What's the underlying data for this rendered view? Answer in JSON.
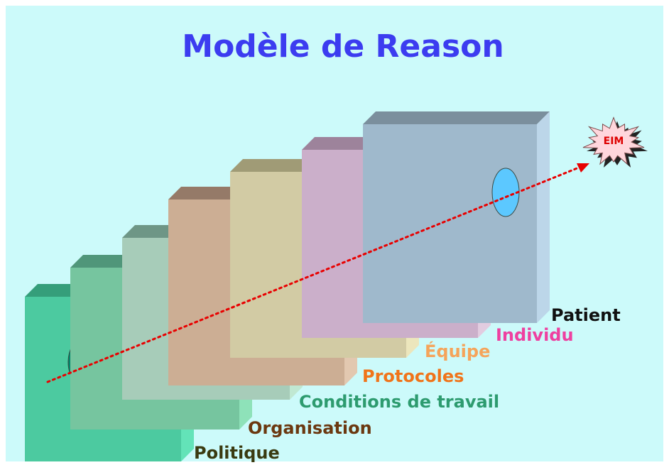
{
  "title": "Modèle de Reason",
  "outcome": {
    "label": "EIM"
  },
  "colors": {
    "background": "#ccfafa",
    "title": "#3c3cf0",
    "trajectory": "#e80000",
    "starburst": "#ffd6dc"
  },
  "layers": [
    {
      "key": "politique",
      "label": "Politique",
      "label_color": "#3a3a10",
      "face": "#4ccaa0",
      "top": "#359e7a",
      "side": "#63e3b8",
      "hole": "#00876a",
      "holes": 2,
      "trajectory_hole": 1
    },
    {
      "key": "organisation",
      "label": "Organisation",
      "label_color": "#6b3810",
      "face": "#76c59f",
      "top": "#50967a",
      "side": "#8ee2b9",
      "hole": "#00c495",
      "holes": 1,
      "trajectory_hole": 1
    },
    {
      "key": "conditions",
      "label": "Conditions de travail",
      "label_color": "#2d9b6f",
      "face": "#a7ccb9",
      "top": "#6e9686",
      "side": "#c0e8d2",
      "hole": "#55e6d0",
      "holes": 1,
      "trajectory_hole": 1
    },
    {
      "key": "protocoles",
      "label": "Protocoles",
      "label_color": "#f0741a",
      "face": "#ccae94",
      "top": "#957a68",
      "side": "#e2c8b0",
      "hole": "#ffc696",
      "holes": 2,
      "trajectory_hole": 1
    },
    {
      "key": "equipe",
      "label": "Équipe",
      "label_color": "#f5a45a",
      "face": "#d2cba4",
      "top": "#a09b76",
      "side": "#ece6bc",
      "hole": "#fff08c",
      "holes": 3,
      "trajectory_hole": 1
    },
    {
      "key": "individu",
      "label": "Individu",
      "label_color": "#ee40a0",
      "face": "#cbafca",
      "top": "#9d839b",
      "side": "#e2cce0",
      "hole": "#ff96d0",
      "holes": 3,
      "trajectory_hole": 1
    },
    {
      "key": "patient",
      "label": "Patient",
      "label_color": "#111111",
      "face": "#9fb9cc",
      "top": "#7b8f9d",
      "side": "#bcd6e9",
      "hole": "#5cc8ff",
      "holes": 1,
      "trajectory_hole": 1
    }
  ]
}
